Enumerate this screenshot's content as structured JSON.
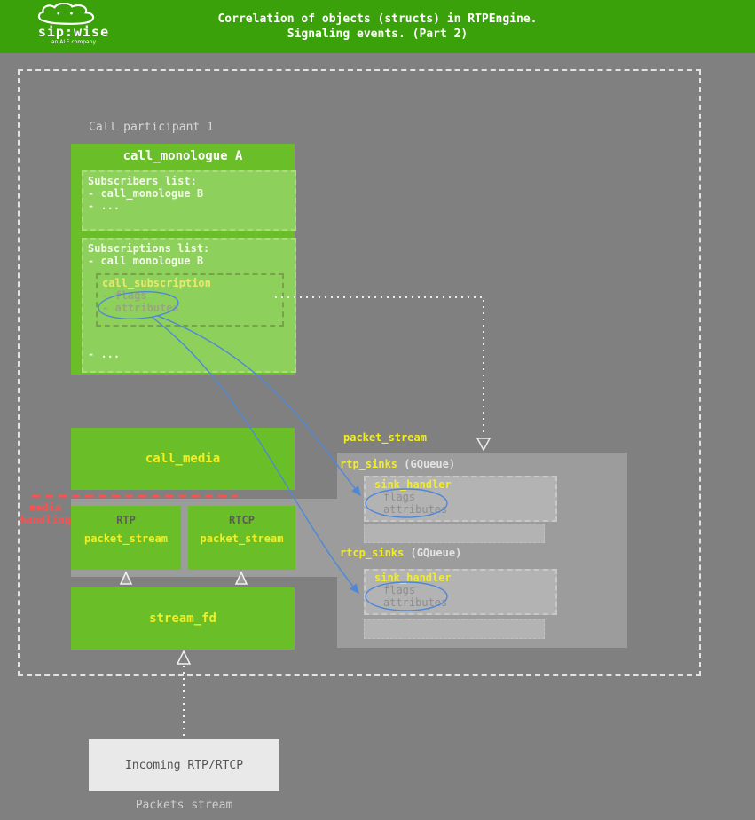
{
  "colors": {
    "header_green": "#3ba10b",
    "box_green": "#6abf28",
    "inner_green": "#8dd05c",
    "label_yellow": "#f1ee25",
    "panel_gray": "#9c9c9c",
    "background_gray": "#808080",
    "media_red": "#ff4f4f",
    "link_blue": "#4f87d7"
  },
  "header": {
    "logo": {
      "name": "sip:wise",
      "subtitle": "an ALE company"
    },
    "title_line1": "Correlation of objects (structs) in RTPEngine.",
    "title_line2": "Signaling events. (Part 2)"
  },
  "participant_label": "Call participant 1",
  "call_monologue": {
    "title": "call_monologue A",
    "subscribers": {
      "title": "Subscribers list:",
      "item1": "- call_monologue B",
      "item2": "- ..."
    },
    "subscriptions": {
      "title": "Subscriptions list:",
      "item1": "- call monologue B",
      "call_subscription": {
        "title": "call_subscription",
        "flags": "- flags",
        "attributes": "- attributes"
      },
      "item2": "- ..."
    }
  },
  "call_media": {
    "title": "call_media"
  },
  "media_handling": {
    "line1": "media",
    "line2": "handling"
  },
  "rtp_stream": {
    "label": "RTP",
    "title": "packet_stream"
  },
  "rtcp_stream": {
    "label": "RTCP",
    "title": "packet_stream"
  },
  "stream_fd": {
    "title": "stream_fd"
  },
  "packet_stream_panel": {
    "title": "packet_stream",
    "rtp_sinks": {
      "name": "rtp_sinks",
      "type": "(GQueue)",
      "sink_handler": {
        "title": "sink_handler",
        "flags": "flags",
        "attributes": "attributes"
      }
    },
    "rtcp_sinks": {
      "name": "rtcp_sinks",
      "type": "(GQueue)",
      "sink_handler": {
        "title": "sink_handler",
        "flags": "flags",
        "attributes": "attributes"
      }
    }
  },
  "incoming_box": {
    "title": "Incoming RTP/RTCP"
  },
  "packets_stream_label": "Packets stream"
}
